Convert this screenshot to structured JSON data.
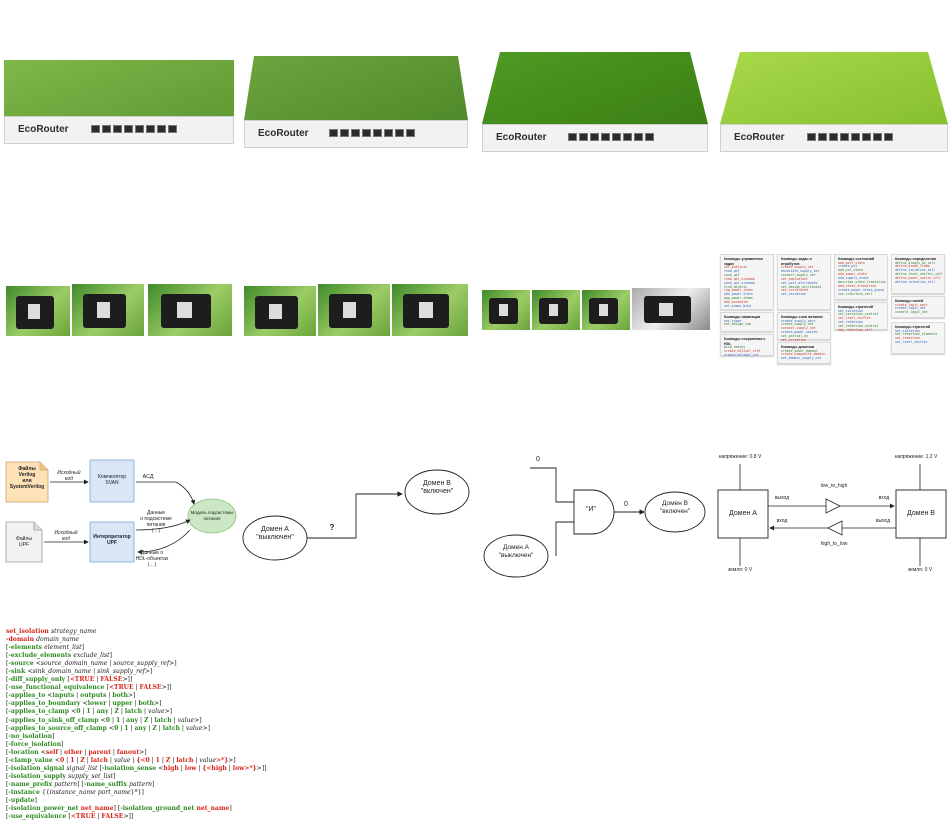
{
  "routers": [
    {
      "brand": "EcoRouter",
      "lid_color": "#7fb84a",
      "shade": "#5f9a33"
    },
    {
      "brand": "EcoRouter",
      "lid_color": "#6ea43e",
      "shade": "#4f8a2a"
    },
    {
      "brand": "EcoRouter",
      "lid_color": "#4f9a23",
      "shade": "#3a7f14"
    },
    {
      "brand": "EcoRouter",
      "lid_color": "#a9d94a",
      "shade": "#86c02e"
    }
  ],
  "thumbnails": [
    {
      "name": "photo-1"
    },
    {
      "name": "photo-2"
    },
    {
      "name": "photo-3"
    },
    {
      "name": "photo-4"
    },
    {
      "name": "photo-5"
    },
    {
      "name": "photo-6"
    },
    {
      "name": "photo-7"
    },
    {
      "name": "photo-8"
    },
    {
      "name": "photo-9"
    },
    {
      "name": "photo-10"
    }
  ],
  "command_tables": [
    {
      "title": "Команды управления задач",
      "lines": [
        "set_analysis",
        "read_upf",
        "save_upf",
        "read_upf_sizemap",
        "save_upf_sizemap",
        "find_objects",
        "log_power_items",
        "add_power_state",
        "app_power_items",
        "add_parameter",
        "set_scope_bind"
      ]
    },
    {
      "title": "Команды навигации",
      "lines": [
        "set_scope",
        "set_design_top"
      ]
    },
    {
      "title": "Команды сохранения с HDL",
      "lines": [
        "bind_checks",
        "create_hdl2upf_xref",
        "create_hdl2upf_vct"
      ]
    },
    {
      "title": "Команды задач и атрибутов",
      "lines": [
        "create_supply_net",
        "associate_supply_set",
        "connect_supply_net",
        "set_equivalent",
        "set_port_attributes",
        "set_design_attributes",
        "set_correlated",
        "set_variation"
      ]
    },
    {
      "title": "Команды слоя питания",
      "lines": [
        "create_supply_port",
        "create_supply_net",
        "connect_supply_net",
        "create_power_switch",
        "set_partial_on",
        "set_variation"
      ]
    },
    {
      "title": "Команды доменов",
      "lines": [
        "create_power_domain",
        "create_composite_domain",
        "set_domain_supply_net"
      ]
    },
    {
      "title": "Команды состояний",
      "lines": [
        "add_port_state",
        "create_pst",
        "add_pst_state",
        "add_power_state",
        "add_supply_state",
        "describe_state_transition",
        "add_state_transition",
        "create_power_state_group",
        "use_interface_cell"
      ]
    },
    {
      "title": "Команды стратегий",
      "lines": [
        "set_isolation",
        "set_isolation_control",
        "set_level_shifter",
        "set_retention",
        "set_retention_control",
        "map_retention_cell"
      ]
    },
    {
      "title": "Команды определения",
      "lines": [
        "define_always_on_cell",
        "define_diode_clamp",
        "define_isolation_cell",
        "define_level_shifter_cell",
        "define_power_switch_cell",
        "define_retention_cell"
      ]
    },
    {
      "title": "Команды полей",
      "lines": [
        "create_logic_port",
        "create_logic_net",
        "connect_logic_net"
      ]
    },
    {
      "title": "Команды стратегий",
      "lines": [
        "set_isolation",
        "set_retention_elements",
        "set_retention",
        "set_level_shifter"
      ]
    }
  ],
  "flow_diagram": {
    "file1_lines": [
      "Файлы",
      "Verilog",
      "или",
      "SystemVerilog"
    ],
    "arrow1": [
      "Исходный",
      "код"
    ],
    "compiler": [
      "Компилятор",
      "SVAN"
    ],
    "asd": "АСД",
    "file2_lines": [
      "Файлы",
      "UPF"
    ],
    "arrow2": [
      "Исходный",
      "код"
    ],
    "interpreter": [
      "Интерпретатор",
      "UPF"
    ],
    "data1": [
      "Данные",
      "о подсистеме",
      "питания",
      "(→)"
    ],
    "data2": [
      "Данные о",
      "HDL-объектах",
      "(←)"
    ],
    "model": [
      "Модель подсистемы",
      "питания"
    ]
  },
  "domain_diagram": {
    "a_off": [
      "Домен А",
      "\"выключен\""
    ],
    "b_on": [
      "Домен В",
      "\"включен\""
    ],
    "question": "?"
  },
  "and_diagram": {
    "zero_top": "0",
    "gate": "\"И\"",
    "zero_out": "0",
    "b_on": [
      "Домен В",
      "\"включен\""
    ],
    "a_off": [
      "Домен А",
      "\"выключен\""
    ]
  },
  "ls_diagram": {
    "volt_left": "напряжение: 0.8 V",
    "volt_right": "напряжение: 1.2 V",
    "domain_a": "Домен А",
    "domain_b": "Домен В",
    "out_a": "выход",
    "in_a": "вход",
    "in_b": "вход",
    "out_b": "выход",
    "low_to_high": "low_to_high",
    "high_to_low": "high_to_low",
    "gnd_left": "земля: 0 V",
    "gnd_right": "земля: 0 V"
  },
  "code_lines": [
    [
      [
        "r",
        "set_isolation "
      ],
      [
        "i",
        "strategy_name"
      ]
    ],
    [
      [
        "p",
        "  "
      ],
      [
        "r",
        "-domain "
      ],
      [
        "i",
        "domain_name"
      ]
    ],
    [
      [
        "p",
        "  ["
      ],
      [
        "g",
        "-elements "
      ],
      [
        "i",
        "element_list"
      ],
      [
        "p",
        "]"
      ]
    ],
    [
      [
        "p",
        "  ["
      ],
      [
        "g",
        "-exclude_elements "
      ],
      [
        "i",
        "exclude_list"
      ],
      [
        "p",
        "]"
      ]
    ],
    [
      [
        "p",
        "  ["
      ],
      [
        "g",
        "-source "
      ],
      [
        "p",
        "<"
      ],
      [
        "i",
        "source_domain_name"
      ],
      [
        "p",
        " | "
      ],
      [
        "i",
        "source_supply_ref"
      ],
      [
        "p",
        ">]"
      ]
    ],
    [
      [
        "p",
        "  ["
      ],
      [
        "g",
        "-sink "
      ],
      [
        "p",
        "<"
      ],
      [
        "i",
        "sink_domain_name"
      ],
      [
        "p",
        " | "
      ],
      [
        "i",
        "sink_supply_ref"
      ],
      [
        "p",
        ">]"
      ]
    ],
    [
      [
        "p",
        "  ["
      ],
      [
        "g",
        "-diff_supply_only "
      ],
      [
        "p",
        "["
      ],
      [
        "r",
        "<TRUE"
      ],
      [
        "p",
        " | "
      ],
      [
        "r",
        "FALSE"
      ],
      [
        "p",
        ">]]"
      ]
    ],
    [
      [
        "p",
        "  ["
      ],
      [
        "g",
        "-use_functional_equivalence "
      ],
      [
        "p",
        "["
      ],
      [
        "r",
        "<TRUE"
      ],
      [
        "p",
        " | "
      ],
      [
        "r",
        "FALSE"
      ],
      [
        "p",
        ">]]"
      ]
    ],
    [
      [
        "p",
        "  ["
      ],
      [
        "g",
        "-applies_to "
      ],
      [
        "p",
        "<"
      ],
      [
        "g",
        "inputs"
      ],
      [
        "p",
        " | "
      ],
      [
        "g",
        "outputs"
      ],
      [
        "p",
        " | "
      ],
      [
        "g",
        "both"
      ],
      [
        "p",
        ">]"
      ]
    ],
    [
      [
        "p",
        "  ["
      ],
      [
        "g",
        "-applies_to_boundary "
      ],
      [
        "p",
        "<"
      ],
      [
        "g",
        "lower"
      ],
      [
        "p",
        " | "
      ],
      [
        "g",
        "upper"
      ],
      [
        "p",
        " | "
      ],
      [
        "g",
        "both"
      ],
      [
        "p",
        ">]"
      ]
    ],
    [
      [
        "p",
        "  ["
      ],
      [
        "g",
        "-applies_to_clamp "
      ],
      [
        "p",
        "<"
      ],
      [
        "g",
        "0"
      ],
      [
        "p",
        " | "
      ],
      [
        "g",
        "1"
      ],
      [
        "p",
        " | "
      ],
      [
        "g",
        "any"
      ],
      [
        "p",
        " | "
      ],
      [
        "g",
        "Z"
      ],
      [
        "p",
        " | "
      ],
      [
        "g",
        "latch"
      ],
      [
        "p",
        " | "
      ],
      [
        "i",
        "value"
      ],
      [
        "p",
        ">]"
      ]
    ],
    [
      [
        "p",
        "  ["
      ],
      [
        "g",
        "-applies_to_sink_off_clamp "
      ],
      [
        "p",
        "<"
      ],
      [
        "g",
        "0"
      ],
      [
        "p",
        " | "
      ],
      [
        "g",
        "1"
      ],
      [
        "p",
        " | "
      ],
      [
        "g",
        "any"
      ],
      [
        "p",
        " | "
      ],
      [
        "g",
        "Z"
      ],
      [
        "p",
        " | "
      ],
      [
        "g",
        "latch"
      ],
      [
        "p",
        " | "
      ],
      [
        "i",
        "value"
      ],
      [
        "p",
        ">]"
      ]
    ],
    [
      [
        "p",
        "  ["
      ],
      [
        "g",
        "-applies_to_source_off_clamp "
      ],
      [
        "p",
        "<"
      ],
      [
        "g",
        "0"
      ],
      [
        "p",
        " | "
      ],
      [
        "g",
        "1"
      ],
      [
        "p",
        " | "
      ],
      [
        "g",
        "any"
      ],
      [
        "p",
        " | "
      ],
      [
        "g",
        "Z"
      ],
      [
        "p",
        " | "
      ],
      [
        "g",
        "latch"
      ],
      [
        "p",
        " | "
      ],
      [
        "i",
        "value"
      ],
      [
        "p",
        ">]"
      ]
    ],
    [
      [
        "p",
        "  ["
      ],
      [
        "g",
        "-no_isolation"
      ],
      [
        "p",
        "]"
      ]
    ],
    [
      [
        "p",
        "  ["
      ],
      [
        "g",
        "-force_isolation"
      ],
      [
        "p",
        "]"
      ]
    ],
    [
      [
        "p",
        "  ["
      ],
      [
        "g",
        "-location "
      ],
      [
        "p",
        "<"
      ],
      [
        "r",
        "self"
      ],
      [
        "p",
        " | "
      ],
      [
        "r",
        "other"
      ],
      [
        "p",
        " | "
      ],
      [
        "r",
        "parent"
      ],
      [
        "p",
        " | "
      ],
      [
        "r",
        "fanout"
      ],
      [
        "p",
        ">]"
      ]
    ],
    [
      [
        "p",
        "  ["
      ],
      [
        "g",
        "-clamp_value "
      ],
      [
        "p",
        "<"
      ],
      [
        "r",
        "0"
      ],
      [
        "p",
        " | "
      ],
      [
        "r",
        "1"
      ],
      [
        "p",
        " | "
      ],
      [
        "r",
        "Z"
      ],
      [
        "p",
        " | "
      ],
      [
        "r",
        "latch"
      ],
      [
        "p",
        " | "
      ],
      [
        "i",
        "value"
      ],
      [
        "p",
        " | "
      ],
      [
        "r",
        "{<0"
      ],
      [
        "p",
        " | "
      ],
      [
        "r",
        "1"
      ],
      [
        "p",
        " | "
      ],
      [
        "r",
        "Z"
      ],
      [
        "p",
        " | "
      ],
      [
        "r",
        "latch"
      ],
      [
        "p",
        " | "
      ],
      [
        "i",
        "value"
      ],
      [
        "r",
        ">*}"
      ],
      [
        "p",
        ">]"
      ]
    ],
    [
      [
        "p",
        "  ["
      ],
      [
        "g",
        "-isolation_signal "
      ],
      [
        "i",
        "signal_list"
      ],
      [
        "p",
        " ["
      ],
      [
        "g",
        "-isolation_sense "
      ],
      [
        "p",
        "<"
      ],
      [
        "r",
        "high"
      ],
      [
        "p",
        " | "
      ],
      [
        "r",
        "low"
      ],
      [
        "p",
        " | "
      ],
      [
        "r",
        "{<high"
      ],
      [
        "p",
        " | "
      ],
      [
        "r",
        "low>*}"
      ],
      [
        "p",
        ">]]"
      ]
    ],
    [
      [
        "p",
        "  ["
      ],
      [
        "g",
        "-isolation_supply "
      ],
      [
        "i",
        "supply_set_list"
      ],
      [
        "p",
        "]"
      ]
    ],
    [
      [
        "p",
        "  ["
      ],
      [
        "g",
        "-name_prefix "
      ],
      [
        "i",
        "pattern"
      ],
      [
        "p",
        "] ["
      ],
      [
        "g",
        "-name_suffix "
      ],
      [
        "i",
        "pattern"
      ],
      [
        "p",
        "]"
      ]
    ],
    [
      [
        "p",
        "  ["
      ],
      [
        "g",
        "-instance "
      ],
      [
        "p",
        "{{"
      ],
      [
        "i",
        "instance_name port_name"
      ],
      [
        "p",
        "}*}]"
      ]
    ],
    [
      [
        "p",
        "  ["
      ],
      [
        "g",
        "-update"
      ],
      [
        "p",
        "]"
      ]
    ],
    [
      [
        "p",
        "  ["
      ],
      [
        "g",
        "-isolation_power_net "
      ],
      [
        "r",
        "net_name"
      ],
      [
        "p",
        "] ["
      ],
      [
        "g",
        "-isolation_ground_net "
      ],
      [
        "r",
        "net_name"
      ],
      [
        "p",
        "]"
      ]
    ],
    [
      [
        "p",
        "  ["
      ],
      [
        "g",
        "-use_equivalence "
      ],
      [
        "p",
        "["
      ],
      [
        "r",
        "<TRUE"
      ],
      [
        "p",
        " | "
      ],
      [
        "r",
        "FALSE"
      ],
      [
        "p",
        ">]]"
      ]
    ]
  ]
}
